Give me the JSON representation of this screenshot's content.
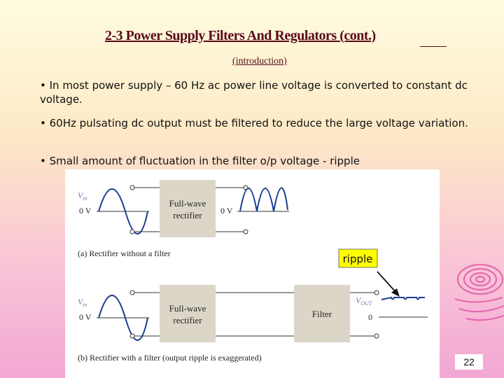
{
  "slide": {
    "title": "2-3 Power Supply Filters And Regulators (cont.)",
    "subtitle": "(introduction)",
    "bullets": [
      "• In most power supply – 60 Hz ac power line voltage is converted to constant dc voltage.",
      "• 60Hz pulsating dc output must be filtered to reduce the large voltage variation.",
      "• Small amount of fluctuation in the filter o/p voltage - ripple"
    ],
    "page_number": "22"
  },
  "figure": {
    "vin": "V",
    "vin_sub": "in",
    "zero_v": "0 V",
    "zero": "0",
    "vout": "V",
    "vout_sub": "OUT",
    "block_rectifier_line1": "Full-wave",
    "block_rectifier_line2": "rectifier",
    "block_filter": "Filter",
    "caption_a": "(a) Rectifier without a filter",
    "caption_b": "(b) Rectifier with a filter (output ripple is exaggerated)",
    "ripple_label": "ripple"
  },
  "colors": {
    "title": "#5a0a1a",
    "block_fill": "#dcd6c8",
    "figure_label": "#7a7ab0",
    "ripple_box": "#ffff00",
    "swirl": "#e45aa8"
  }
}
